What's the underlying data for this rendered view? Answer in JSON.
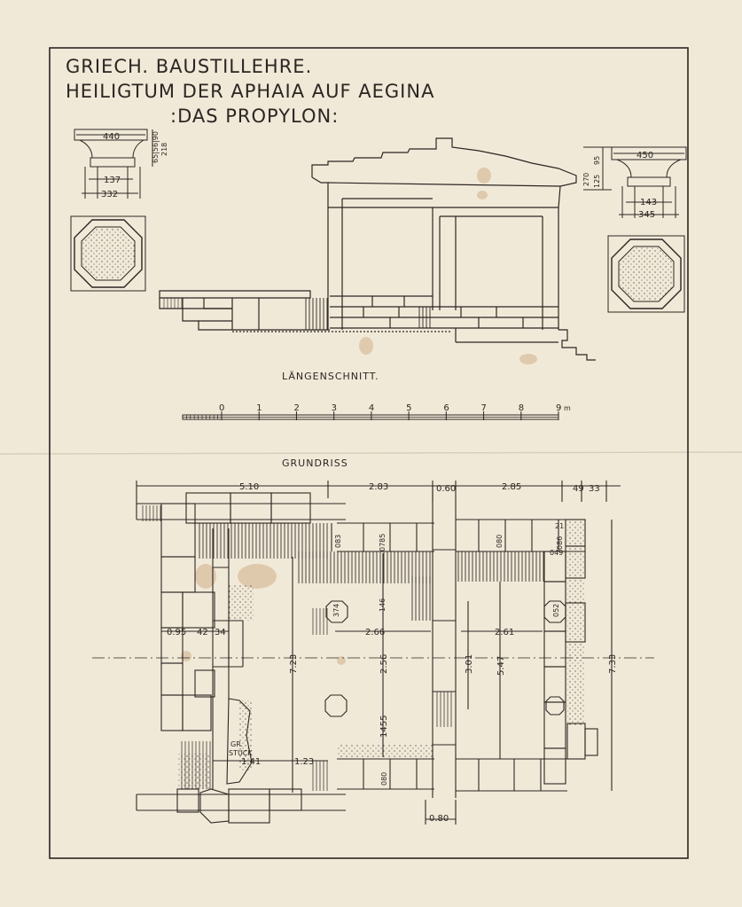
{
  "title": {
    "line1": "GRIECH. BAUSTILLEHRE.",
    "line2": "HEILIGTUM DER APHAIA  AUF AEGINA",
    "line3": ":DAS PROPYLON:"
  },
  "section_label": "LÄNGENSCHNITT.",
  "plan_label": "GRUNDRISS",
  "scale": {
    "ticks": [
      "0",
      "1",
      "2",
      "3",
      "4",
      "5",
      "6",
      "7",
      "8",
      "9"
    ],
    "unit": "m"
  },
  "capital_left": {
    "width": "440",
    "lower": "137",
    "base": "332",
    "side": "65|56|90",
    "side2": "218"
  },
  "capital_right": {
    "width": "450",
    "lower": "143",
    "base": "345",
    "side1": "270",
    "side2": "125",
    "side3": "95"
  },
  "plan_dims": {
    "top1": "5.10",
    "top2": "2.83",
    "top3": "0.60",
    "top4": "2.85",
    "top5": "49",
    "top6": "33",
    "d083": "083",
    "d0785": "0785",
    "d080a": "080",
    "d086": "086",
    "d021": "21",
    "d049": "049",
    "d146": "146",
    "d374": "374",
    "d266": "2.66",
    "d261": "2.61",
    "d052": "052",
    "d095": "0.95",
    "d042": "42",
    "d034": "34",
    "d723": "7.23",
    "d256": "2.56",
    "d301": "3.01",
    "d547": "5.47",
    "d733": "7.33",
    "d1455": "1455",
    "d141": "1.41",
    "d123": "1.23",
    "d080b": "080",
    "d080c": "0.80",
    "gr": "GR.",
    "stuck": "STÜCK"
  },
  "colors": {
    "paper": "#f1e9d8",
    "ink": "#2b2622",
    "stain": "#c9a479"
  }
}
